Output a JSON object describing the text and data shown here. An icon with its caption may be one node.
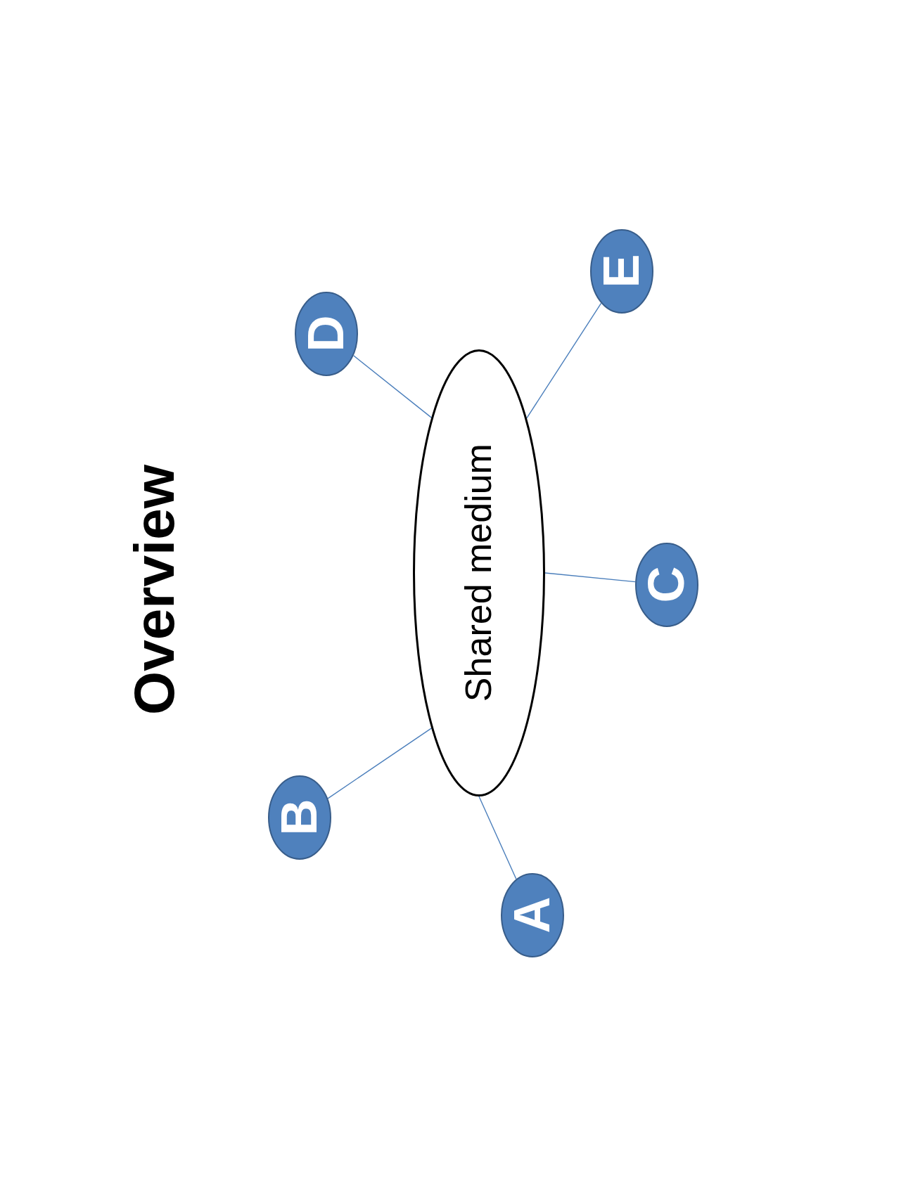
{
  "diagram": {
    "title": "Overview",
    "nodes": [
      {
        "text": [
          "Shared medium"
        ]
      },
      {
        "text": [
          "A"
        ]
      },
      {
        "text": [
          "B"
        ]
      },
      {
        "text": [
          "C"
        ]
      },
      {
        "text": [
          "D"
        ]
      },
      {
        "text": [
          "E"
        ]
      }
    ],
    "edges": [
      {
        "from": 1,
        "to": 0,
        "arrow": "none"
      },
      {
        "from": 2,
        "to": 0,
        "arrow": "none"
      },
      {
        "from": 3,
        "to": 0,
        "arrow": "none"
      },
      {
        "from": 4,
        "to": 0,
        "arrow": "none"
      },
      {
        "from": 5,
        "to": 0,
        "arrow": "none"
      }
    ]
  }
}
